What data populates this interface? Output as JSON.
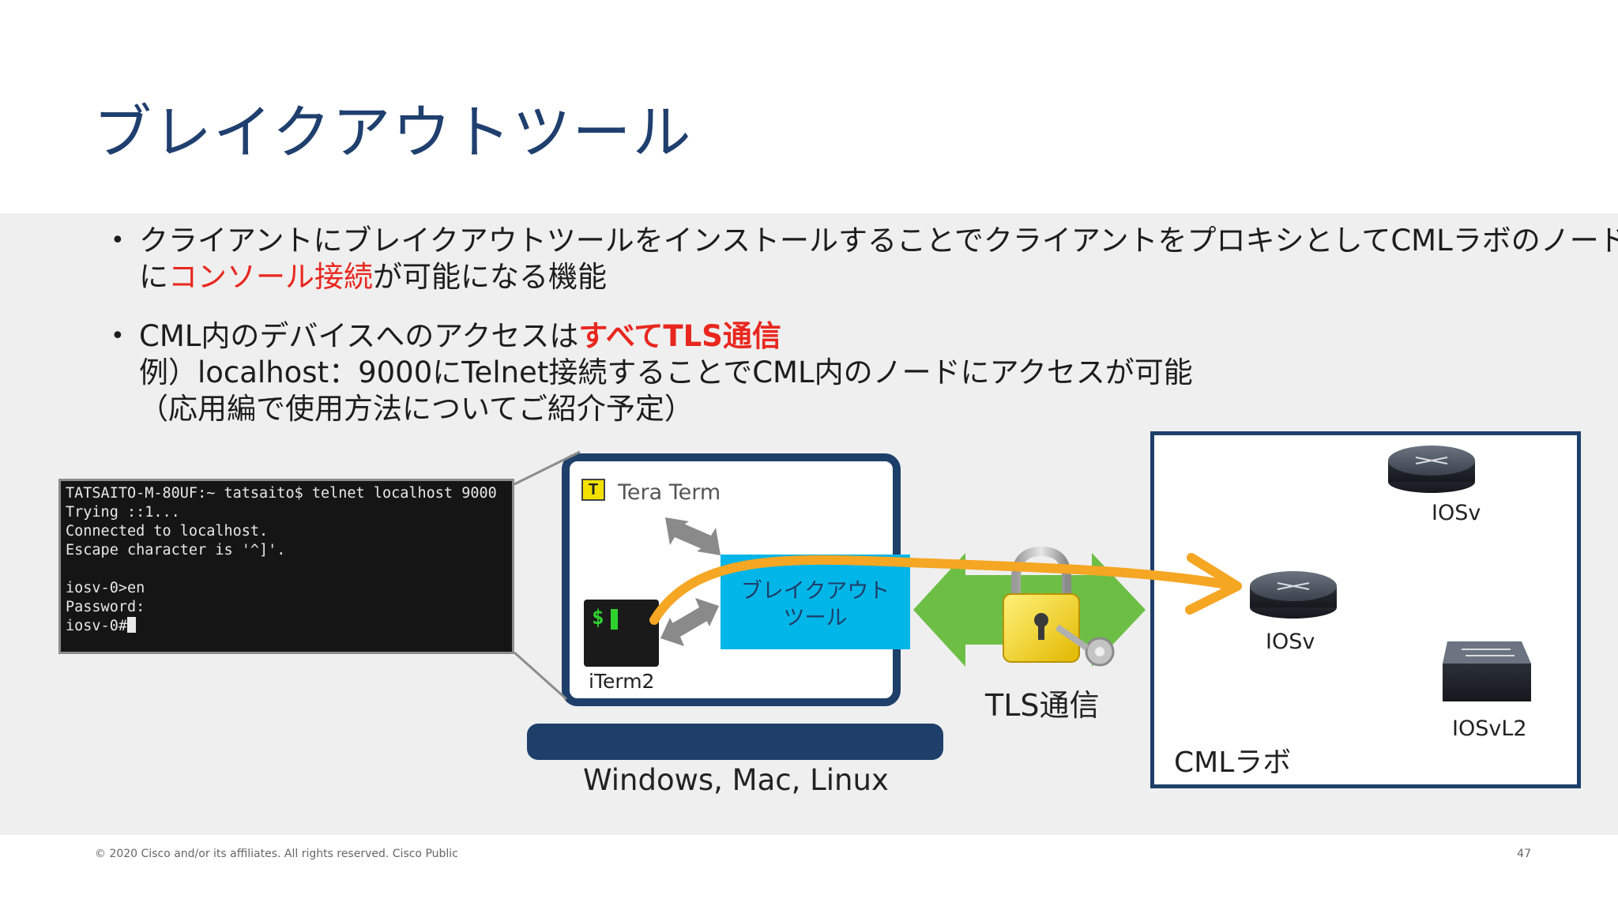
{
  "title": "ブレイクアウトツール",
  "bullets": [
    {
      "line1": "クライアントにブレイクアウトツールをインストールすることでクライアントをプロキシとしてCMLラボのノード",
      "line2_pre": "に",
      "line2_red": "コンソール接続",
      "line2_post": "が可能になる機能"
    },
    {
      "line1_pre": "CML内のデバイスへのアクセスは",
      "line1_red": "すべてTLS通信",
      "line2": "例）localhost：9000にTelnet接続することでCML内のノードにアクセスが可能",
      "line3": "（応用編で使用方法についてご紹介予定）"
    }
  ],
  "terminal": {
    "lines": [
      "TATSAITO-M-80UF:~ tatsaito$ telnet localhost 9000",
      "Trying ::1...",
      "Connected to localhost.",
      "Escape character is '^]'.",
      "",
      "iosv-0>en",
      "Password:"
    ],
    "last_line": "iosv-0#"
  },
  "client": {
    "teraterm_icon": "T",
    "teraterm_label": "Tera Term",
    "iterm_prompt": "$",
    "iterm_label": "iTerm2",
    "breakout_line1": "ブレイクアウト",
    "breakout_line2": "ツール",
    "os_label": "Windows, Mac, Linux"
  },
  "tls_label": "TLS通信",
  "lab": {
    "label": "CMLラボ",
    "nodes": [
      {
        "label": "IOSv",
        "icon": "router-icon"
      },
      {
        "label": "IOSv",
        "icon": "router-icon"
      },
      {
        "label": "IOSvL2",
        "icon": "switch-icon"
      }
    ]
  },
  "colors": {
    "title": "#1f3f6e",
    "highlight": "#e8271e",
    "navy": "#1e3f6a",
    "breakout": "#00b6e8",
    "tls_arrow": "#6dbe45",
    "flow_arrow": "#f5a623"
  },
  "footer": "© 2020  Cisco and/or its affiliates. All rights reserved.   Cisco Public",
  "page_number": "47"
}
